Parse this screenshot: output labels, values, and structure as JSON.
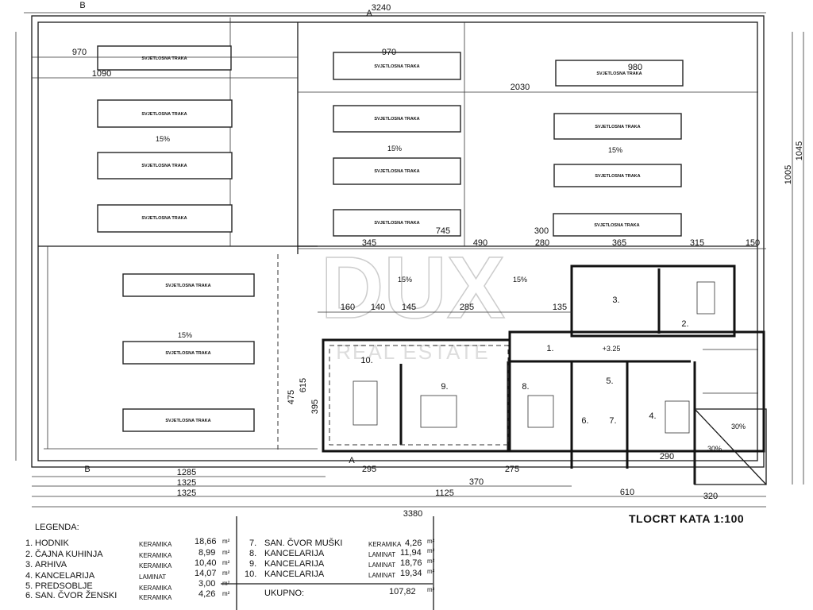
{
  "title": "TLOCRT KATA 1:100",
  "watermark": {
    "brand": "DUX",
    "sub": "REAL ESTATE"
  },
  "skylight_label": "SVJETLOSNA TRAKA",
  "section_marks": {
    "a": "A",
    "b": "B"
  },
  "slopes": {
    "s15": "15%",
    "s30": "30%"
  },
  "level": "+3.25",
  "dimensions": {
    "total_top": "3240",
    "d970": "970",
    "d980": "980",
    "d1090": "1090",
    "d2030": "2030",
    "d345": "345",
    "d745": "745",
    "d490": "490",
    "d280": "280",
    "d300": "300",
    "d365": "365",
    "d315": "315",
    "d150": "150",
    "d160": "160",
    "d140": "140",
    "d145": "145",
    "d285": "285",
    "d135": "135",
    "d1285": "1285",
    "d1325a": "1325",
    "d1325b": "1325",
    "d3380": "3380",
    "d1125": "1125",
    "d610": "610",
    "d320": "320",
    "d295": "295",
    "d275": "275",
    "d370": "370",
    "d290": "290",
    "d475": "475",
    "d615": "615",
    "d395": "395",
    "d1005": "1005",
    "d1045": "1045"
  },
  "rooms": [
    "1.",
    "2.",
    "3.",
    "4.",
    "5.",
    "6.",
    "7.",
    "8.",
    "9.",
    "10."
  ],
  "legend": {
    "heading": "LEGENDA:",
    "unit": "m²",
    "items": [
      {
        "num": "1.",
        "name": "HODNIK",
        "material": "KERAMIKA",
        "area": "18,66"
      },
      {
        "num": "2.",
        "name": "ČAJNA KUHINJA",
        "material": "KERAMIKA",
        "area": "8,99"
      },
      {
        "num": "3.",
        "name": "ARHIVA",
        "material": "KERAMIKA",
        "area": "10,40"
      },
      {
        "num": "4.",
        "name": "KANCELARIJA",
        "material": "LAMINAT",
        "area": "14,07"
      },
      {
        "num": "5.",
        "name": "PREDSOBLJE",
        "material": "KERAMIKA",
        "area": "3,00"
      },
      {
        "num": "6.",
        "name": "SAN. ČVOR ŽENSKI",
        "material": "KERAMIKA",
        "area": "4,26"
      },
      {
        "num": "7.",
        "name": "SAN. ČVOR MUŠKI",
        "material": "KERAMIKA",
        "area": "4,26"
      },
      {
        "num": "8.",
        "name": "KANCELARIJA",
        "material": "LAMINAT",
        "area": "11,94"
      },
      {
        "num": "9.",
        "name": "KANCELARIJA",
        "material": "LAMINAT",
        "area": "18,76"
      },
      {
        "num": "10.",
        "name": "KANCELARIJA",
        "material": "LAMINAT",
        "area": "19,34"
      }
    ],
    "total_label": "UKUPNO:",
    "total_area": "107,82"
  }
}
